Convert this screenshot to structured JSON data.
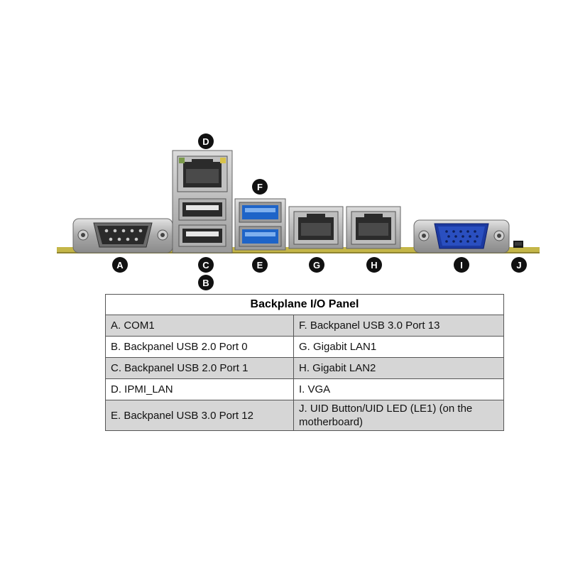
{
  "title": "Backplane I/O Panel",
  "callouts": [
    "A",
    "B",
    "C",
    "D",
    "E",
    "F",
    "G",
    "H",
    "I",
    "J"
  ],
  "legend_rows": [
    {
      "left": "A. COM1",
      "right": "F. Backpanel USB 3.0 Port 13"
    },
    {
      "left": "B. Backpanel USB 2.0 Port 0",
      "right": "G. Gigabit LAN1"
    },
    {
      "left": "C. Backpanel USB 2.0 Port 1",
      "right": "H. Gigabit LAN2"
    },
    {
      "left": "D. IPMI_LAN",
      "right": "I. VGA"
    },
    {
      "left": "E. Backpanel USB 3.0 Port 12",
      "right": "J. UID Button/UID LED (LE1) (on the motherboard)"
    }
  ],
  "colors": {
    "board": "#c8b84a",
    "metal": "#b4b4b4",
    "usb3_blue": "#1e64c8",
    "vga_blue": "#2a4fc0",
    "badge": "#111111"
  }
}
